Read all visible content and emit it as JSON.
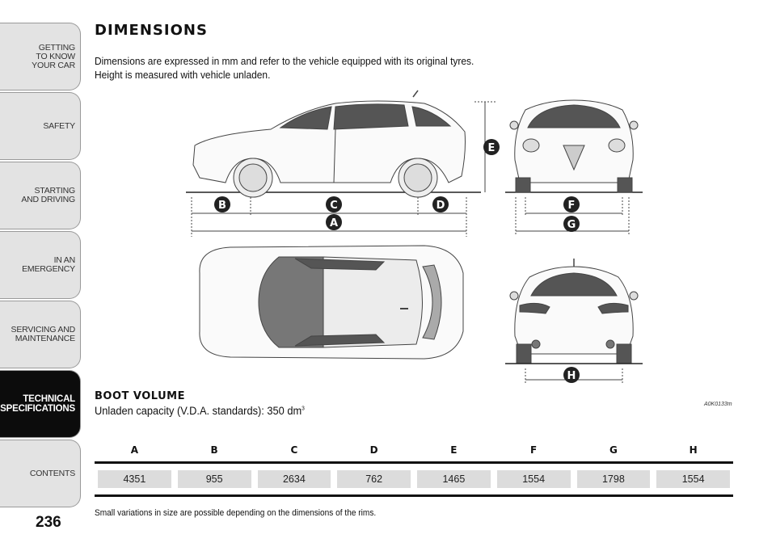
{
  "sidebar": {
    "tabs": [
      {
        "label": "GETTING\nTO KNOW\nYOUR CAR",
        "active": false
      },
      {
        "label": "SAFETY",
        "active": false
      },
      {
        "label": "STARTING\nAND DRIVING",
        "active": false
      },
      {
        "label": "IN AN\nEMERGENCY",
        "active": false
      },
      {
        "label": "SERVICING AND\nMAINTENANCE",
        "active": false
      },
      {
        "label": "TECHNICAL\nSPECIFICATIONS",
        "active": true
      },
      {
        "label": "CONTENTS",
        "active": false
      }
    ]
  },
  "page_number": "236",
  "header": {
    "title": "DIMENSIONS",
    "intro_line1": "Dimensions are expressed in mm and refer to the vehicle equipped with its original tyres.",
    "intro_line2": "Height is measured with vehicle unladen."
  },
  "drawing": {
    "labels": {
      "A": "A",
      "B": "B",
      "C": "C",
      "D": "D",
      "E": "E",
      "F": "F",
      "G": "G",
      "H": "H"
    },
    "image_code": "A0K0133m"
  },
  "boot": {
    "title": "BOOT VOLUME",
    "text": "Unladen capacity (V.D.A. standards):   350 dm",
    "unit_sup": "3"
  },
  "table": {
    "headers": [
      "A",
      "B",
      "C",
      "D",
      "E",
      "F",
      "G",
      "H"
    ],
    "values": [
      "4351",
      "955",
      "2634",
      "762",
      "1465",
      "1554",
      "1798",
      "1554"
    ]
  },
  "footnote": "Small variations in size are possible depending on the dimensions of the rims."
}
